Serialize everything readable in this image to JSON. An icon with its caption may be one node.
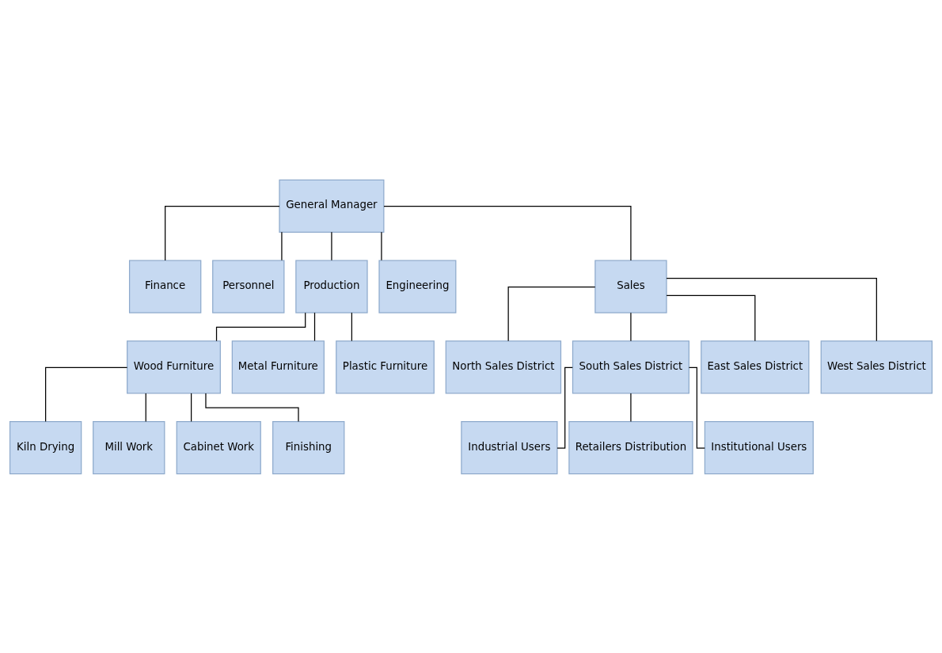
{
  "diagram": {
    "nodes": [
      {
        "text": [
          "General Manager"
        ]
      },
      {
        "text": [
          "Finance"
        ]
      },
      {
        "text": [
          "Personnel"
        ]
      },
      {
        "text": [
          "Production"
        ]
      },
      {
        "text": [
          "Engineering"
        ]
      },
      {
        "text": [
          "Sales"
        ]
      },
      {
        "text": [
          "Wood Furniture"
        ]
      },
      {
        "text": [
          "Metal Furniture"
        ]
      },
      {
        "text": [
          "Plastic Furniture"
        ]
      },
      {
        "text": [
          "North Sales District"
        ]
      },
      {
        "text": [
          "South Sales District"
        ]
      },
      {
        "text": [
          "East Sales District"
        ]
      },
      {
        "text": [
          "West Sales District"
        ]
      },
      {
        "text": [
          "Kiln Drying"
        ]
      },
      {
        "text": [
          "Mill Work"
        ]
      },
      {
        "text": [
          "Cabinet Work"
        ]
      },
      {
        "text": [
          "Finishing"
        ]
      },
      {
        "text": [
          "Industrial Users"
        ]
      },
      {
        "text": [
          "Retailers Distribution"
        ]
      },
      {
        "text": [
          "Institutional Users"
        ]
      }
    ],
    "edges": [
      {
        "from": 0,
        "to": 1,
        "arrow": "none"
      },
      {
        "from": 0,
        "to": 2,
        "arrow": "none"
      },
      {
        "from": 0,
        "to": 3,
        "arrow": "none"
      },
      {
        "from": 0,
        "to": 4,
        "arrow": "none"
      },
      {
        "from": 0,
        "to": 5,
        "arrow": "none"
      },
      {
        "from": 3,
        "to": 6,
        "arrow": "none"
      },
      {
        "from": 3,
        "to": 7,
        "arrow": "none"
      },
      {
        "from": 3,
        "to": 8,
        "arrow": "none"
      },
      {
        "from": 5,
        "to": 9,
        "arrow": "none"
      },
      {
        "from": 5,
        "to": 10,
        "arrow": "none"
      },
      {
        "from": 5,
        "to": 11,
        "arrow": "none"
      },
      {
        "from": 5,
        "to": 12,
        "arrow": "none"
      },
      {
        "from": 6,
        "to": 13,
        "arrow": "none"
      },
      {
        "from": 6,
        "to": 14,
        "arrow": "none"
      },
      {
        "from": 6,
        "to": 15,
        "arrow": "none"
      },
      {
        "from": 6,
        "to": 16,
        "arrow": "none"
      },
      {
        "from": 10,
        "to": 17,
        "arrow": "none"
      },
      {
        "from": 10,
        "to": 18,
        "arrow": "none"
      },
      {
        "from": 10,
        "to": 19,
        "arrow": "none"
      }
    ]
  }
}
